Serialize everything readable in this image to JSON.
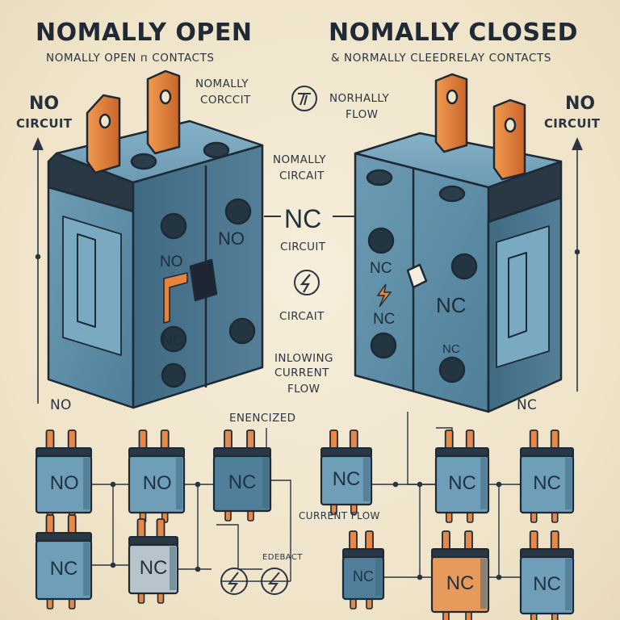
{
  "title_left": "NOMALLY OPEN",
  "title_right": "NOMALLY CLOSED",
  "subtitle_left": "NOMALLY OPEN п CONTACTS",
  "subtitle_right": "& NORMALLY CLEEDRELAY CONTACTS",
  "side_left": {
    "top": "NO",
    "bottom": "CIRCUIT"
  },
  "side_right": {
    "top": "NO",
    "bottom": "CIRCUIT"
  },
  "center": {
    "nomally_corcuit": [
      "NOMALLY",
      "CORCCIT"
    ],
    "norhally_flow": [
      "NORHALLY",
      "FLOW"
    ],
    "nomally_circait": [
      "NOMALLY",
      "CIRCAIT"
    ],
    "nc_big": "NC",
    "circuit": "CIRCUIT",
    "circait": "CIRCAIT",
    "inflowing": [
      "INLOWING",
      "CURRENT",
      "FLOW"
    ]
  },
  "left_relay": {
    "no_top": "NO",
    "no_bottom": "NO",
    "nc": "NC"
  },
  "right_relay": {
    "nc_top": "NC",
    "nc_big": "NC",
    "nc_mid": "NC",
    "nc_bottom": "NC"
  },
  "bottom": {
    "no_label": "NO",
    "nc_label": "NC",
    "energized": "ENENCIZED",
    "current_flow": "CURRENT FLOW",
    "edebact": "EDEBACT",
    "modules": [
      "NO",
      "NO",
      "NC",
      "NC",
      "NC",
      "NC",
      "NC",
      "NC",
      "NC",
      "NC",
      "NC"
    ]
  },
  "colors": {
    "background": "#f1e6cf",
    "relay_body": "#5d8ea8",
    "terminal": "#e07f3a",
    "ink": "#1f2a36"
  }
}
